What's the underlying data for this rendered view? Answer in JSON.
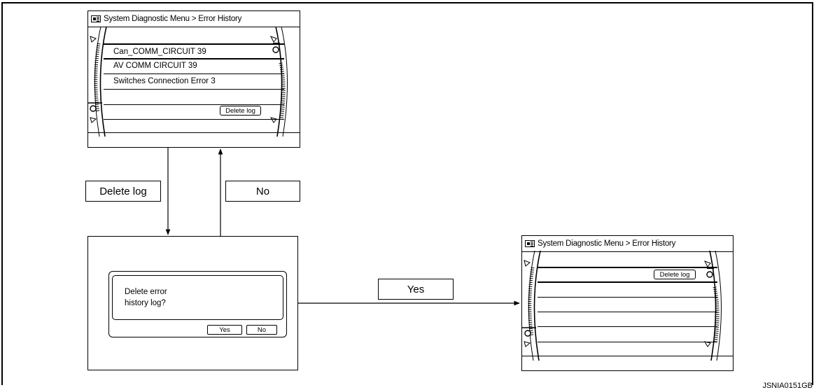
{
  "screen_top": {
    "title": "System Diagnostic Menu > Error History",
    "items": [
      "Can_COMM_CIRCUIT 39",
      "AV COMM CIRCUIT 39",
      "Switches Connection Error 3"
    ],
    "delete_button": "Delete log"
  },
  "screen_dialog": {
    "message_line1": "Delete error",
    "message_line2": "history log?",
    "yes_button": "Yes",
    "no_button": "No"
  },
  "screen_result": {
    "title": "System Diagnostic Menu > Error History",
    "delete_button": "Delete log"
  },
  "flow_labels": {
    "delete_log": "Delete log",
    "no": "No",
    "yes": "Yes"
  },
  "figure_id": "JSNIA0151GB"
}
